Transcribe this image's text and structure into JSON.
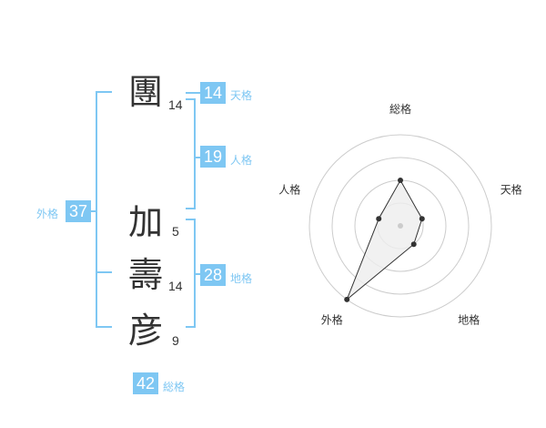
{
  "name": {
    "characters": [
      {
        "char": "團",
        "strokes": "14"
      },
      {
        "char": "加",
        "strokes": "5"
      },
      {
        "char": "壽",
        "strokes": "14"
      },
      {
        "char": "彦",
        "strokes": "9"
      }
    ]
  },
  "fortunes": {
    "tenkaku": {
      "value": "14",
      "label": "天格"
    },
    "jinkaku": {
      "value": "19",
      "label": "人格"
    },
    "chikaku": {
      "value": "28",
      "label": "地格"
    },
    "gaikaku": {
      "value": "37",
      "label": "外格"
    },
    "soukaku": {
      "value": "42",
      "label": "総格"
    }
  },
  "chart_data": {
    "type": "radar",
    "axes": [
      "総格",
      "天格",
      "地格",
      "外格",
      "人格"
    ],
    "values": [
      2,
      1,
      1,
      4,
      1
    ],
    "max": 4,
    "rings": 4,
    "colors": {
      "fill": "#eeeeee",
      "stroke": "#333333",
      "rings": "#cccccc",
      "accent": "#7ec7f3"
    }
  }
}
